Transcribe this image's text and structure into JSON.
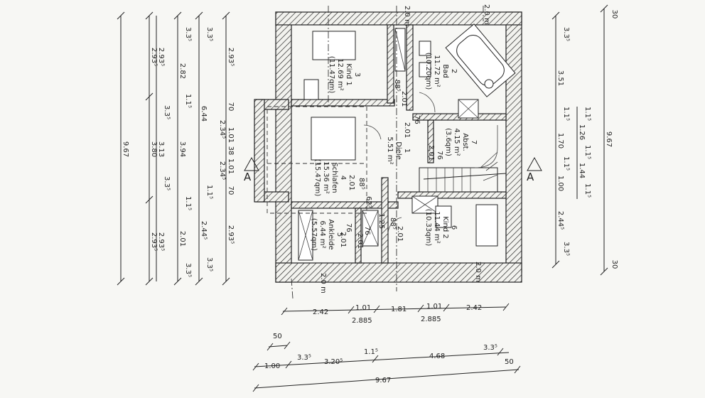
{
  "left_dims": {
    "c1": [
      "9.67"
    ],
    "c2": [
      "2.93⁵",
      "3.80",
      "2.93⁵"
    ],
    "c3": [
      "2.93⁵",
      "3.3⁵",
      "3.13",
      "3.3⁵",
      "2.93⁵"
    ],
    "c4": [
      "3.3⁵",
      "2.82",
      "1.1⁵",
      "3.94",
      "1.1⁵",
      "2.01",
      "3.3⁵"
    ],
    "c5": [
      "3.3⁵",
      "6.44",
      "1.1⁵",
      "2.44⁵",
      "3.3⁵"
    ],
    "c6": [
      "2.93⁵",
      "70",
      "2.34⁵",
      "1.01",
      "38",
      "1.01",
      "2.34⁵",
      "70",
      "2.93⁵"
    ]
  },
  "right_dims": {
    "c1": [
      "3.3⁵",
      "3.51",
      "1.1⁵",
      "1.70",
      "1.1⁵",
      "1.00",
      "2.44⁵",
      "3.3⁵"
    ],
    "c2": [
      "1.1⁵",
      "1.26",
      "1.1⁵",
      "1.44",
      "1.1⁵"
    ],
    "c3": [
      "30",
      "9.67",
      "30"
    ]
  },
  "bottom_dims": {
    "r1": [
      "2.42",
      "1.01",
      "1.81",
      "1.01",
      "2.42"
    ],
    "r1b": [
      "2.885",
      "2.885"
    ],
    "r2": [
      "50"
    ],
    "r3": [
      "1.00",
      "3.3⁵",
      "3.20⁵",
      "1.1⁵",
      "4.68",
      "3.3⁵",
      "50"
    ],
    "r4": [
      "9.67"
    ]
  },
  "rooms": [
    {
      "num": "3",
      "name": "Kind 1",
      "area": "12.69 m²",
      "qm": "(11.47qm)"
    },
    {
      "num": "2",
      "name": "Bad",
      "area": "11.72 m²",
      "qm": "(10.20qm)"
    },
    {
      "num": "7",
      "name": "Abst.",
      "area": "4.15 m²",
      "qm": "(3.6qm)"
    },
    {
      "num": "1",
      "name": "Diele",
      "area": "5.51 m²",
      "qm": ""
    },
    {
      "num": "4",
      "name": "Schlafen",
      "area": "15.36 m²",
      "qm": "(15.47qm)"
    },
    {
      "num": "5",
      "name": "Ankleide",
      "area": "6.44 m²",
      "qm": "(5.57qm)"
    },
    {
      "num": "6",
      "name": "Kind 2",
      "area": "11.44 m²",
      "qm": "(10.33qm)"
    }
  ],
  "inner_dims": [
    "88⁵",
    "2.01",
    "76",
    "2.01",
    "76",
    "2.01",
    "88⁵",
    "2.01",
    "62⁵",
    "1.25",
    "88⁵",
    "2.01",
    "76",
    "2.01",
    "76",
    "2.01",
    "2.0 m",
    "2.0 m",
    "2.0 m",
    "2.0 m"
  ],
  "section_marks": [
    "A",
    "A"
  ]
}
